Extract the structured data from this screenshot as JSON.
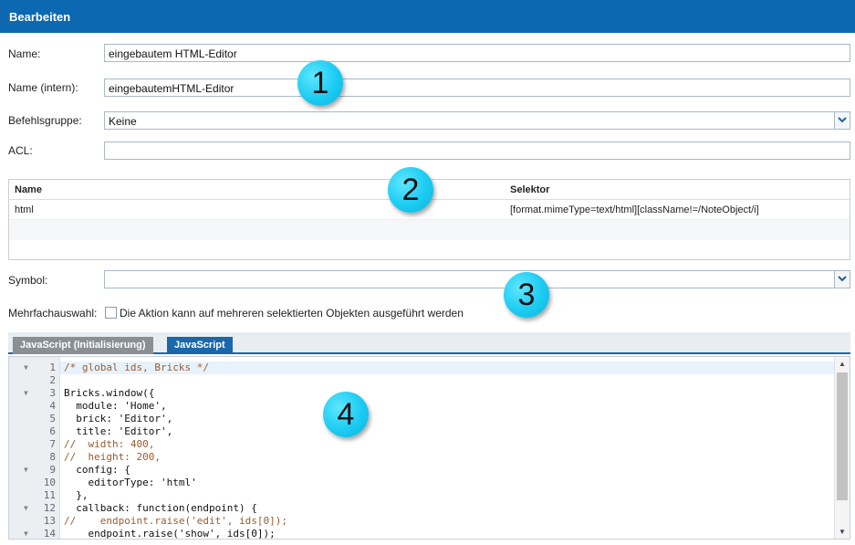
{
  "window": {
    "title": "Bearbeiten"
  },
  "form": {
    "name_label": "Name:",
    "name_value": "eingebautem HTML-Editor",
    "internal_label": "Name (intern):",
    "internal_value": "eingebautemHTML-Editor",
    "group_label": "Befehlsgruppe:",
    "group_value": "Keine",
    "acl_label": "ACL:",
    "acl_value": "",
    "symbol_label": "Symbol:",
    "symbol_value": "",
    "multi_label": "Mehrfachauswahl:",
    "multi_checkbox_text": "Die Aktion kann auf mehreren selektierten Objekten ausgeführt werden",
    "multi_checked": false
  },
  "selector_grid": {
    "columns": [
      "Name",
      "Selektor"
    ],
    "rows": [
      {
        "name": "html",
        "selector": "[format.mimeType=text/html][className!=/NoteObject/i]"
      }
    ]
  },
  "tabs": [
    {
      "label": "JavaScript (Initialisierung)",
      "active": false
    },
    {
      "label": "JavaScript",
      "active": true
    }
  ],
  "editor": {
    "lines": [
      {
        "n": "1",
        "fold": true,
        "text": "/* global ids, Bricks */"
      },
      {
        "n": "2",
        "fold": false,
        "text": ""
      },
      {
        "n": "3",
        "fold": true,
        "text": "Bricks.window({"
      },
      {
        "n": "4",
        "fold": false,
        "text": "  module: 'Home',"
      },
      {
        "n": "5",
        "fold": false,
        "text": "  brick: 'Editor',"
      },
      {
        "n": "6",
        "fold": false,
        "text": "  title: 'Editor',"
      },
      {
        "n": "7",
        "fold": false,
        "text": "//  width: 400,"
      },
      {
        "n": "8",
        "fold": false,
        "text": "//  height: 200,"
      },
      {
        "n": "9",
        "fold": true,
        "text": "  config: {"
      },
      {
        "n": "10",
        "fold": false,
        "text": "    editorType: 'html'"
      },
      {
        "n": "11",
        "fold": false,
        "text": "  },"
      },
      {
        "n": "12",
        "fold": true,
        "text": "  callback: function(endpoint) {"
      },
      {
        "n": "13",
        "fold": false,
        "text": "//    endpoint.raise('edit', ids[0]);"
      },
      {
        "n": "14",
        "fold": true,
        "text": "    endpoint.raise('show', ids[0]);"
      }
    ]
  },
  "markers": [
    "1",
    "2",
    "3",
    "4"
  ],
  "colors": {
    "titlebar": "#0c68b0",
    "active_tab": "#1a67a9",
    "marker": "#1bcbf2"
  }
}
